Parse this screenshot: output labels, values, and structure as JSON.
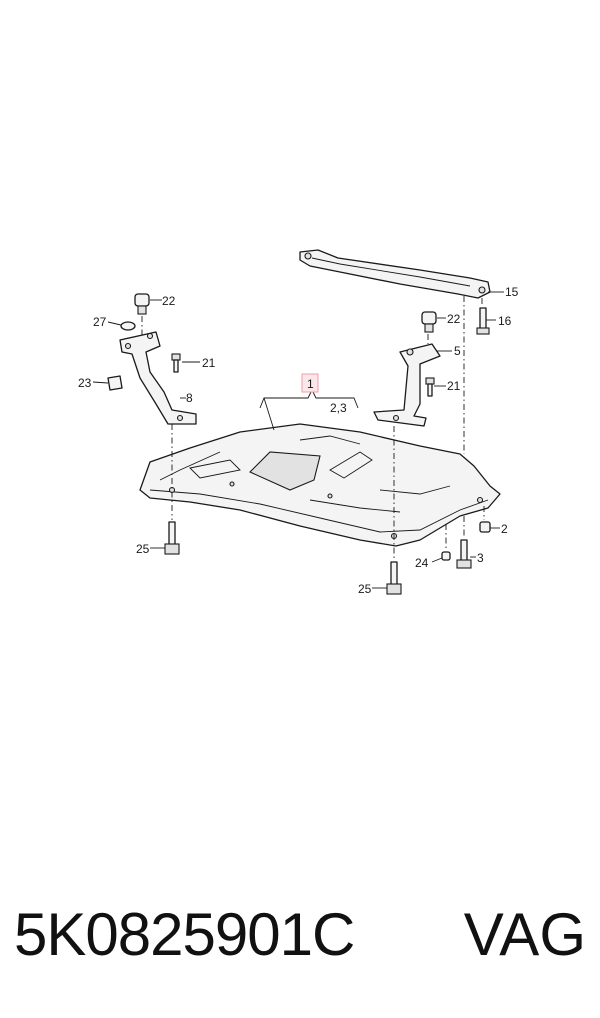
{
  "callouts": {
    "c1": "1",
    "c2": "2",
    "c3": "3",
    "c23_top": "2,3",
    "c5": "5",
    "c8": "8",
    "c15": "15",
    "c16": "16",
    "c21a": "21",
    "c21b": "21",
    "c22a": "22",
    "c22b": "22",
    "c23": "23",
    "c24": "24",
    "c25a": "25",
    "c25b": "25",
    "c27": "27"
  },
  "footer": {
    "part_number": "5K0825901C",
    "brand": "VAG"
  },
  "colors": {
    "highlight_box": "#e8a0a8",
    "line": "#1a1a1a"
  }
}
